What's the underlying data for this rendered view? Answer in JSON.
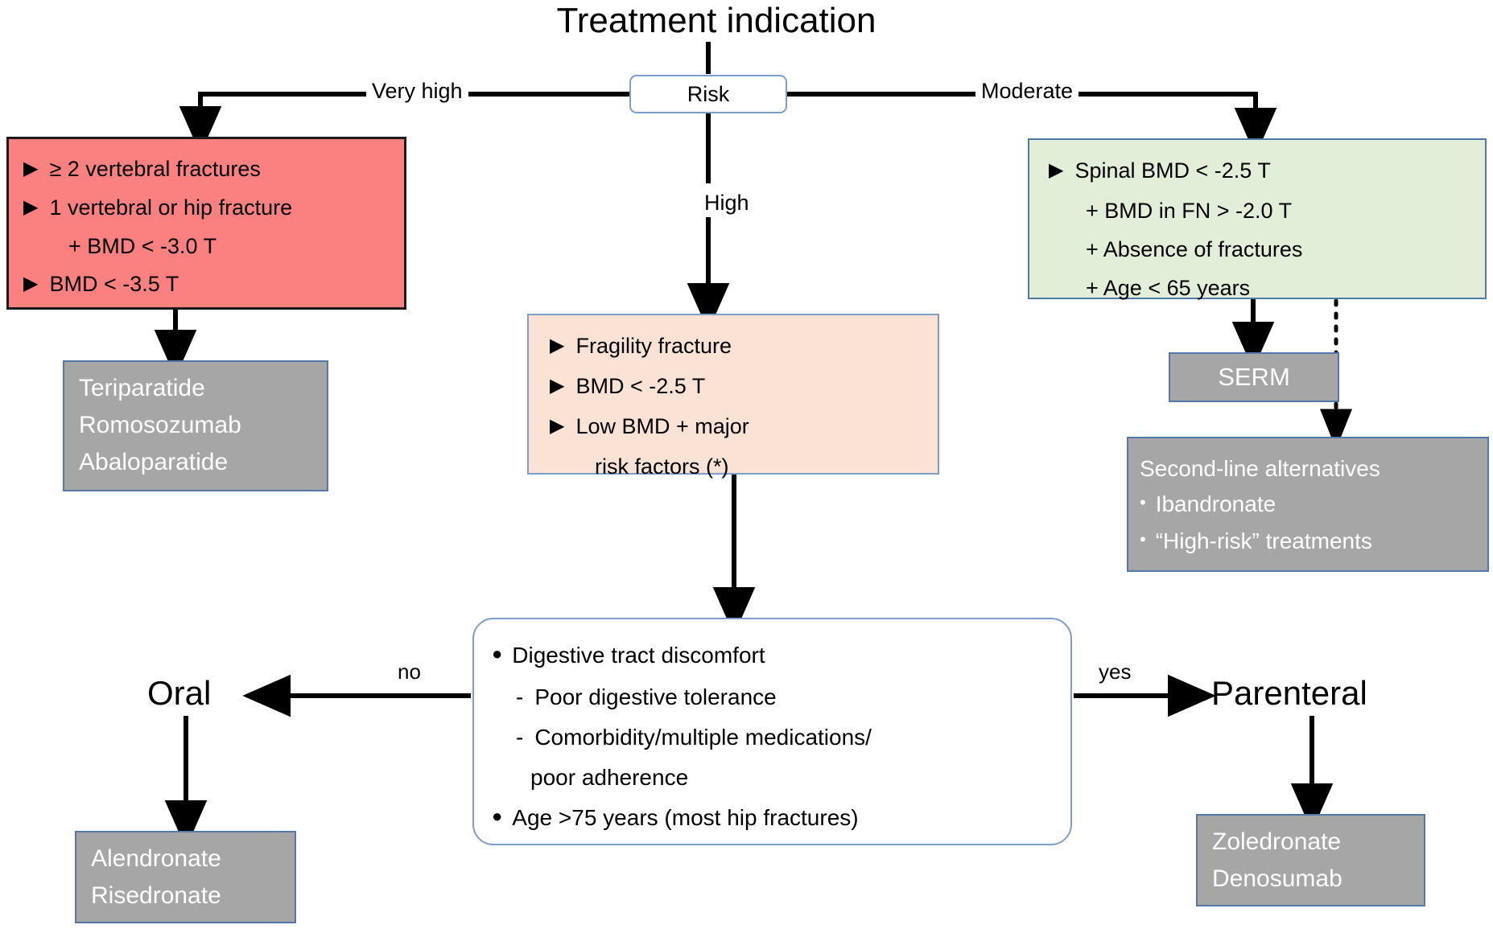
{
  "title": "Treatment indication",
  "decision": {
    "risk_label": "Risk"
  },
  "edges": {
    "very_high": "Very high",
    "moderate": "Moderate",
    "high": "High",
    "no": "no",
    "yes": "yes"
  },
  "very_high_criteria": {
    "lines": [
      "≥ 2 vertebral fractures",
      "1 vertebral or hip fracture",
      "+ BMD < -3.0 T",
      "BMD < -3.5 T"
    ],
    "bg_color": "#fb8080"
  },
  "high_criteria": {
    "lines": [
      "Fragility fracture",
      "BMD < -2.5 T",
      "Low BMD + major",
      "risk factors (*)"
    ],
    "bg_color": "#fae3d5"
  },
  "moderate_criteria": {
    "lines": [
      "Spinal BMD < -2.5 T",
      "+  BMD in FN > -2.0 T",
      "+  Absence of fractures",
      "+  Age < 65 years"
    ],
    "bg_color": "#e2eed8"
  },
  "treatments": {
    "anabolic": {
      "lines": [
        "Teriparatide",
        "Romosozumab",
        "Abaloparatide"
      ]
    },
    "serm": {
      "label": "SERM"
    },
    "second_line": {
      "title": "Second-line alternatives",
      "items": [
        "Ibandronate",
        "“High-risk” treatments"
      ]
    },
    "oral": {
      "lines": [
        "Alendronate",
        "Risedronate"
      ]
    },
    "parenteral": {
      "lines": [
        "Zoledronate",
        "Denosumab"
      ]
    }
  },
  "routes": {
    "oral": "Oral",
    "parenteral": "Parenteral"
  },
  "tolerance": {
    "bullet1": "Digestive tract discomfort",
    "sub1": "Poor digestive tolerance",
    "sub2": "Comorbidity/multiple medications/",
    "sub2_cont": "poor adherence",
    "bullet2": "Age >75 years (most hip fractures)"
  },
  "colors": {
    "very_high": "#fb8080",
    "high": "#fae3d5",
    "moderate": "#e2eed8",
    "treatment_grey": "#a6a6a6",
    "border_blue": "#5578ab",
    "arrow": "#000000"
  }
}
